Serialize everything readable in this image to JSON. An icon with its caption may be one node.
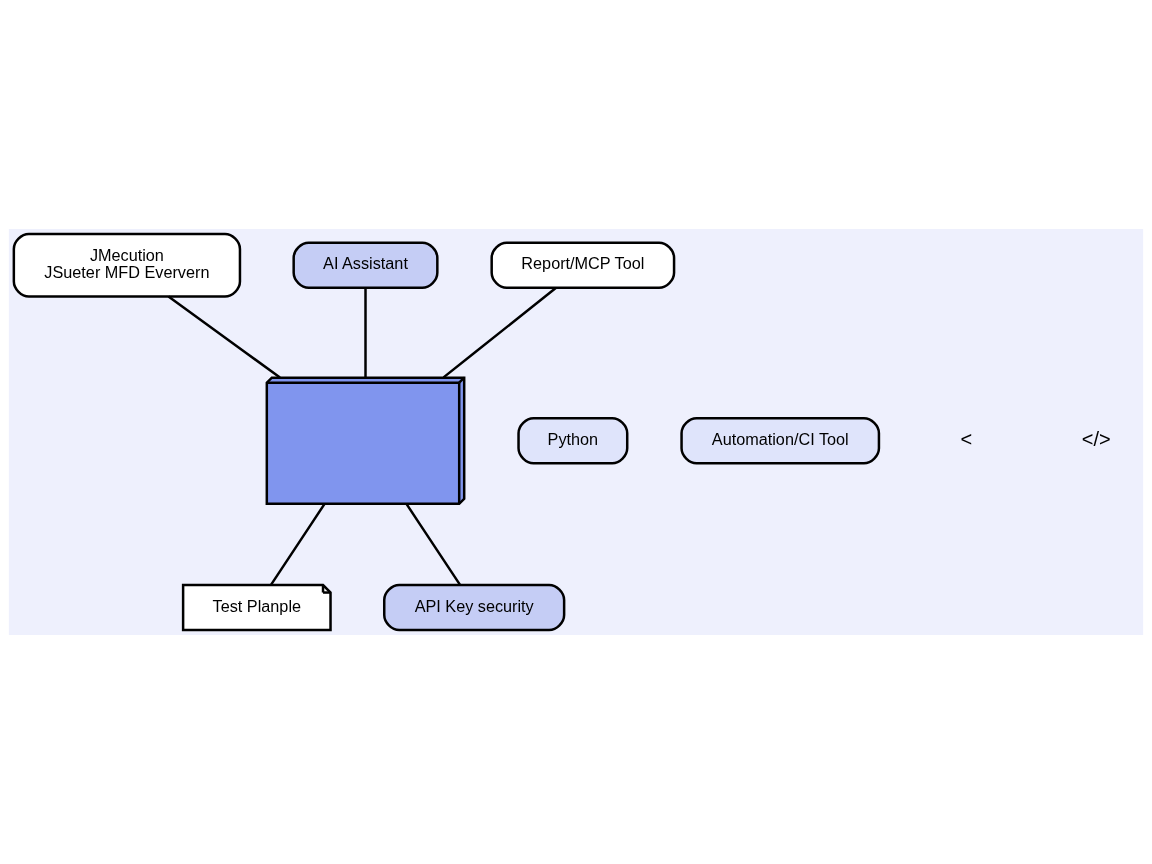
{
  "diagram": {
    "nodes": [
      {
        "text": [],
        "shape": "picture"
      },
      {
        "text": [
          "JMecution",
          "JSueter MFD Eververn"
        ]
      },
      {
        "text": [
          "AI Assistant"
        ]
      },
      {
        "text": [
          "Report/MCP Tool"
        ]
      },
      {
        "text": [
          "Python"
        ]
      },
      {
        "text": [
          "Automation/CI Tool"
        ]
      },
      {
        "text": [
          "Test Planple"
        ]
      },
      {
        "text": [
          "API Key security"
        ]
      }
    ],
    "edges": [
      {
        "from": 1,
        "to": 0,
        "arrow": "none"
      },
      {
        "from": 2,
        "to": 0,
        "arrow": "none"
      },
      {
        "from": 3,
        "to": 0,
        "arrow": "none"
      },
      {
        "from": 0,
        "to": 6,
        "arrow": "none"
      },
      {
        "from": 0,
        "to": 7,
        "arrow": "none"
      }
    ],
    "labels": [
      "<",
      "</>"
    ]
  }
}
